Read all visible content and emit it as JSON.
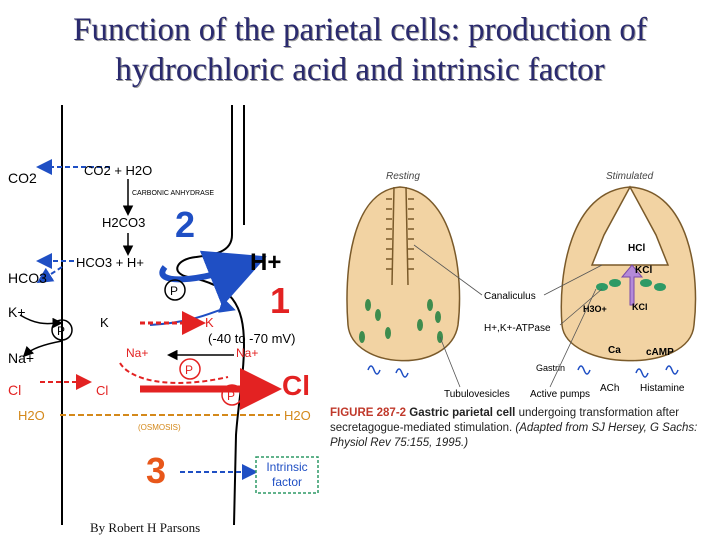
{
  "title": {
    "line1": "Function of the parietal cells: production of",
    "line2": "hydrochloric acid and intrinsic factor"
  },
  "left_diagram": {
    "co2_out": "CO2",
    "co2_h2o": "CO2 + H2O",
    "enzyme": "CARBONIC ANHYDRASE",
    "h2co3": "H2CO3",
    "hco3_h": "HCO3 + H+",
    "hco3_out": "HCO3",
    "k_out": "K+",
    "k_in": "K",
    "k_lumen": "K",
    "voltage": "(-40 to -70 mV)",
    "na_out": "Na+",
    "na_in": "Na+",
    "na_lumen": "Na+",
    "cl_out": "Cl",
    "cl_in": "Cl",
    "cl_lumen": "Cl",
    "h2o_out": "H2O",
    "h2o_lumen": "H2O",
    "osmosis": "(OSMOSIS)",
    "h_lumen": "H+",
    "pump_label": "P",
    "num1": "1",
    "num2": "2",
    "num3": "3",
    "intrinsic": "Intrinsic factor"
  },
  "right_diagram": {
    "resting": "Resting",
    "stimulated": "Stimulated",
    "canaliculus": "Canaliculus",
    "hk_atpase": "H+,K+-ATPase",
    "gastrin": "Gastrin",
    "tubulovesicles": "Tubulovesicles",
    "active_pumps": "Active pumps",
    "hcl": "HCl",
    "kcl1": "KCl",
    "kcl2": "KCl",
    "h3o": "H3O+",
    "ca": "Ca",
    "camp": "cAMP",
    "ach": "ACh",
    "histamine": "Histamine"
  },
  "caption": {
    "figure": "FIGURE 287-2",
    "bold": "Gastric parietal cell",
    "rest": " undergoing transformation after secretagogue-mediated stimulation.",
    "source": " (Adapted from SJ Hersey, G Sachs: Physiol Rev 75:155, 1995.)"
  },
  "footer": "By Robert H Parsons",
  "colors": {
    "title": "#2a2a6e",
    "arrow_blue": "#1f4fc4",
    "arrow_red": "#e32222",
    "cell_fill": "#f2d3a3",
    "cell_stroke": "#7a5a2a",
    "pump_green": "#2e9a66",
    "vesicle_green": "#3e8c4e"
  }
}
